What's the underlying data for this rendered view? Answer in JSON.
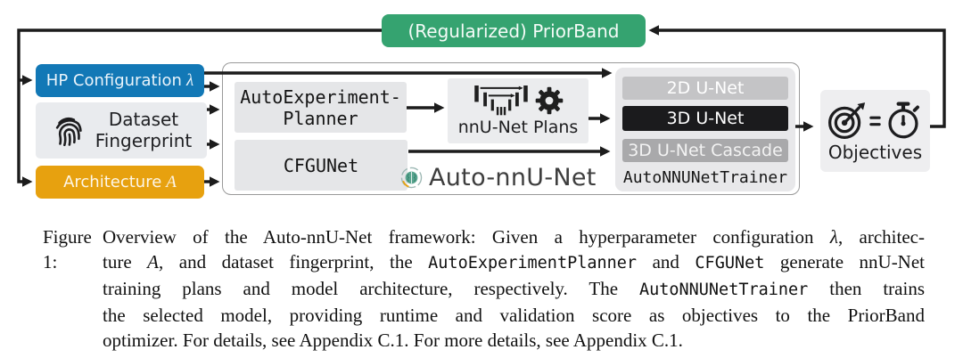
{
  "diagram": {
    "priorband": {
      "label": "(Regularized) PriorBand"
    },
    "inputs": {
      "hp_config": {
        "label": "HP Configuration",
        "symbol": "λ"
      },
      "dataset_fingerprint": {
        "line1": "Dataset",
        "line2": "Fingerprint"
      },
      "architecture": {
        "label": "Architecture",
        "symbol": "A"
      }
    },
    "planner": {
      "line1": "AutoExperiment-",
      "line2": "Planner"
    },
    "cfgunet": {
      "label": "CFGUNet"
    },
    "plans": {
      "label": "nnU-Net Plans"
    },
    "brand": {
      "label": "Auto-nnU-Net"
    },
    "trainer": {
      "label": "AutoNNUNetTrainer",
      "bars": [
        {
          "label": "2D U-Net",
          "color": "#c4c4c6",
          "text_color": "#ffffff"
        },
        {
          "label": "3D U-Net",
          "color": "#1b1b1d",
          "text_color": "#ffffff"
        },
        {
          "label": "3D U-Net Cascade",
          "color": "#a9a9ab",
          "text_color": "#f2f2f2"
        }
      ]
    },
    "objectives": {
      "label": "Objectives"
    },
    "colors": {
      "hp_blue": "#1278b6",
      "arch_orange": "#e7a10f",
      "priorband_green": "#35a370",
      "line_black": "#1c1c1c"
    },
    "icons": {
      "fingerprint": "fingerprint-icon",
      "unet_architecture": "unet-architecture-icon",
      "gear": "gear-icon",
      "brain_logo": "brain-logo-icon",
      "target_arrow": "target-arrow-icon",
      "speed_lines": "speed-lines-icon",
      "stopwatch": "stopwatch-icon"
    }
  },
  "caption": {
    "label": "Figure 1:",
    "lines": [
      [
        {
          "t": "Overview of the Auto-nnU-Net framework: Given a hyperparameter configuration ",
          "s": "n"
        },
        {
          "t": "λ",
          "s": "i"
        },
        {
          "t": ", architec-",
          "s": "n"
        }
      ],
      [
        {
          "t": "ture ",
          "s": "n"
        },
        {
          "t": "A",
          "s": "i"
        },
        {
          "t": ", and dataset fingerprint, the ",
          "s": "n"
        },
        {
          "t": "AutoExperimentPlanner",
          "s": "c"
        },
        {
          "t": " and ",
          "s": "n"
        },
        {
          "t": "CFGUNet",
          "s": "c"
        },
        {
          "t": " generate nnU-Net",
          "s": "n"
        }
      ],
      [
        {
          "t": "training plans and model architecture, respectively.  The ",
          "s": "n"
        },
        {
          "t": "AutoNNUNetTrainer",
          "s": "c"
        },
        {
          "t": " then trains",
          "s": "n"
        }
      ],
      [
        {
          "t": "the selected model, providing runtime and validation score as objectives to the PriorBand",
          "s": "n"
        }
      ],
      [
        {
          "t": "optimizer. For details, see Appendix C.1. For more details, see Appendix C.1.",
          "s": "n"
        }
      ]
    ]
  }
}
